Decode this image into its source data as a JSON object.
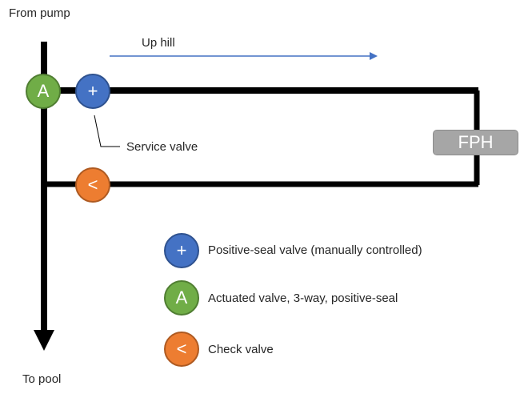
{
  "labels": {
    "from_pump": "From pump",
    "to_pool": "To pool",
    "up_hill": "Up hill",
    "service_valve": "Service valve",
    "fph": "FPH"
  },
  "valves": {
    "actuated": {
      "symbol": "A",
      "color": "#70ad47",
      "border": "#507e32"
    },
    "service": {
      "symbol": "+",
      "color": "#4472c4",
      "border": "#2f528f"
    },
    "check": {
      "symbol": "<",
      "color": "#ed7d31",
      "border": "#ae5a21"
    }
  },
  "legend": [
    {
      "symbol": "+",
      "text": "Positive-seal valve (manually controlled)",
      "color": "#4472c4",
      "border": "#2f528f"
    },
    {
      "symbol": "A",
      "text": "Actuated valve, 3-way, positive-seal",
      "color": "#70ad47",
      "border": "#507e32"
    },
    {
      "symbol": "<",
      "text": "Check valve",
      "color": "#ed7d31",
      "border": "#ae5a21"
    }
  ],
  "colors": {
    "pipe": "#000000",
    "uphill_arrow": "#4472c4",
    "fph_fill": "#a6a6a6"
  }
}
